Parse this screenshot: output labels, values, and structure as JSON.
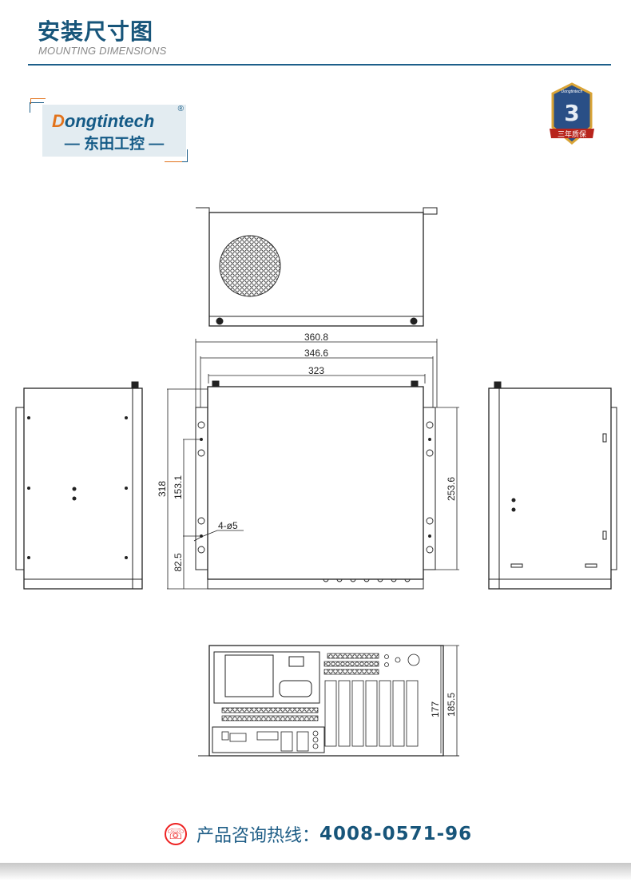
{
  "header": {
    "title": "安装尺寸图",
    "subtitle": "MOUNTING DIMENSIONS"
  },
  "logo": {
    "brand_first": "D",
    "brand_rest": "ongtintech",
    "registered": "®",
    "cn_name": "— 东田工控 —"
  },
  "badge": {
    "brand": "Dongtintech",
    "number": "3",
    "ribbon": "三年质保",
    "colors": {
      "shield": "#2a4f86",
      "gold": "#d9a437",
      "ribbon": "#b8241c"
    }
  },
  "dimensions": {
    "width_outer": "360.8",
    "width_ears": "346.6",
    "width_body": "323",
    "height_total": "318",
    "hole_spacing": "153.1",
    "hole_bottom": "82.5",
    "ear_height": "253.6",
    "holes": "4-ø5",
    "rear_height": "177",
    "rear_height_total": "185.5"
  },
  "footer": {
    "hotline_label": "产品咨询热线：",
    "hotline_number": "4008-0571-96",
    "phone_icon": "☏"
  }
}
